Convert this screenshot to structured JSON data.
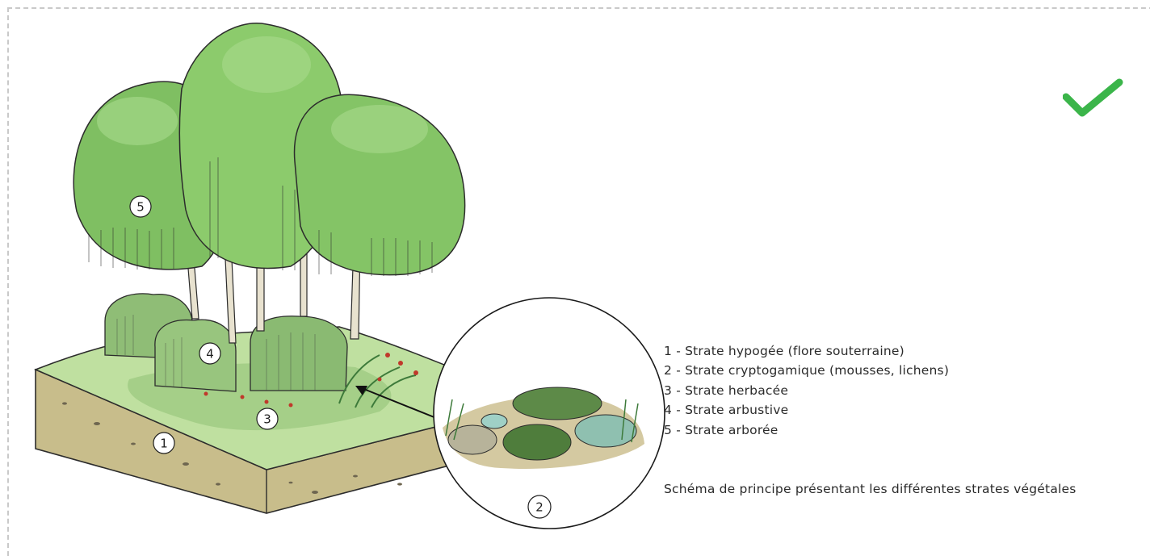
{
  "markers": [
    "1",
    "2",
    "3",
    "4",
    "5"
  ],
  "legend": [
    "1 - Strate hypogée (flore souterraine)",
    "2 - Strate cryptogamique (mousses, lichens)",
    "3 - Strate herbacée",
    "4 - Strate arbustive",
    "5 - Strate arborée"
  ],
  "caption": "Schéma de principe présentant les différentes strates végétales",
  "colors": {
    "check": "#3bb54a",
    "frame": "#c9c9c9",
    "foliage": "#86c46a",
    "soil": "#c7bd8a"
  },
  "icons": {
    "approval": "checkmark-icon"
  }
}
